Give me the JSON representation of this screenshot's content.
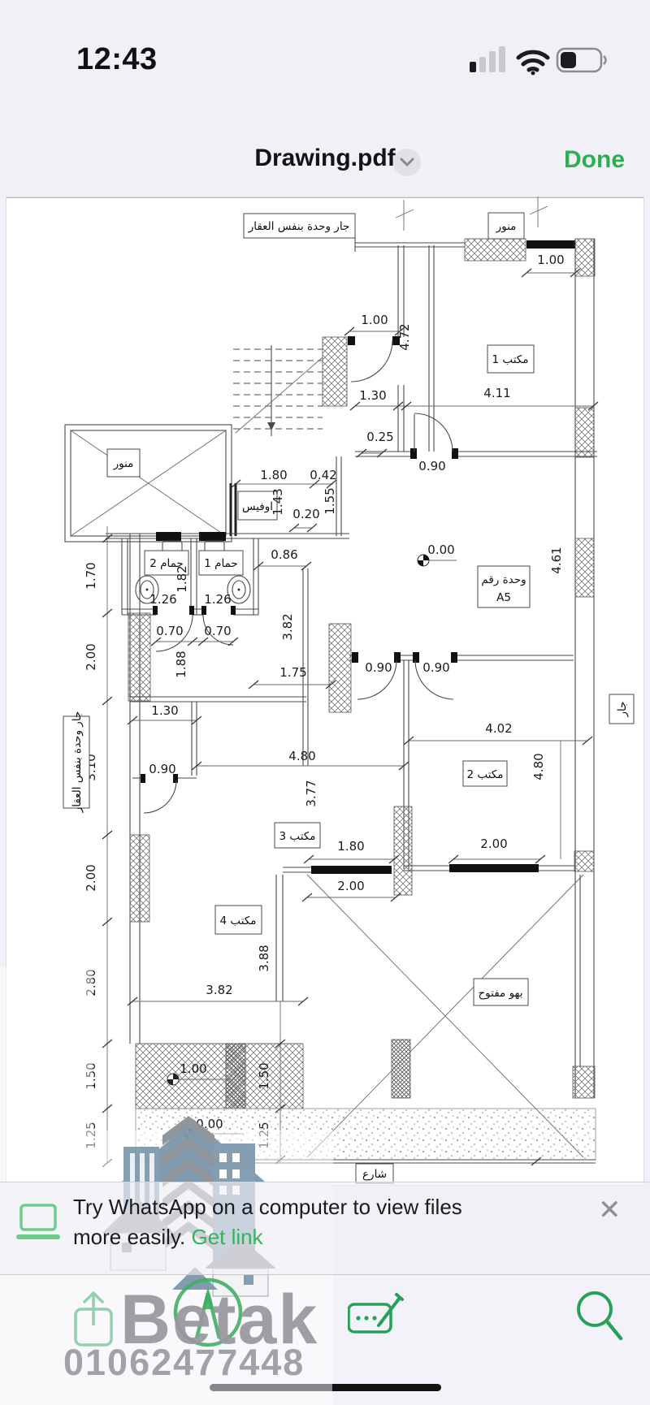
{
  "status_bar": {
    "time": "12:43"
  },
  "header": {
    "title": "Drawing.pdf",
    "done_label": "Done"
  },
  "banner": {
    "line1": "Try WhatsApp on a computer to view files",
    "line2": "more easily.",
    "link": "Get link",
    "close": "✕"
  },
  "watermark": {
    "brand": "Betak",
    "phone": "01062477448"
  },
  "colors": {
    "accent_green": "#2ead52",
    "icon_green": "#27a05a",
    "link_green": "#34b35c"
  },
  "plan": {
    "labels": {
      "boundary_top": "جار وحدة بنفس العقار",
      "boundary_left": "جار وحدة بنفس العقار",
      "lightwell_top": "منور",
      "lightwell": "منور",
      "office1": "مكتب 1",
      "office2": "مكتب 2",
      "office3": "مكتب 3",
      "office4": "مكتب 4",
      "office_room": "اوفيس",
      "bath1": "حمام 1",
      "bath2": "حمام 2",
      "unit_title": "وحدة رقم",
      "unit_number": "A5",
      "open_hall": "بهو مفتوح",
      "neighbor_right": "جار",
      "street": "شارع"
    },
    "dims": {
      "door_top": "1.00",
      "win_top": "1.00",
      "corr_130": "1.30",
      "o1_width": "4.11",
      "o1_height": "4.72",
      "o1_door": "0.90",
      "off_025": "0.25",
      "off_180": "1.80",
      "off_042": "0.42",
      "off_143": "1.43",
      "off_155": "1.55",
      "off_020": "0.20",
      "hall_086": "0.86",
      "right_461": "4.61",
      "left_170": "1.70",
      "bath_182": "1.82",
      "bath_126a": "1.26",
      "bath_126b": "1.26",
      "bath_070a": "0.70",
      "bath_070b": "0.70",
      "hall_188": "1.88",
      "hall_382": "3.82",
      "hall_175": "1.75",
      "left_200a": "2.00",
      "hall_130": "1.30",
      "hall_090": "0.90",
      "left_310": "3.10",
      "d090a": "0.90",
      "d090b": "0.90",
      "o3_480": "4.80",
      "o3_377": "3.77",
      "o2_402": "4.02",
      "o2_480": "4.80",
      "o2_200": "2.00",
      "o3_180": "1.80",
      "o3_200": "2.00",
      "left_200b": "2.00",
      "o4_388": "3.88",
      "o4_382": "3.82",
      "left_280": "2.80",
      "left_150": "1.50",
      "mid_150": "1.50",
      "left_125": "1.25",
      "mid_125": "1.25"
    },
    "levels": {
      "hall": "0.00",
      "terrace": "1.00",
      "sand": "0.00"
    }
  }
}
